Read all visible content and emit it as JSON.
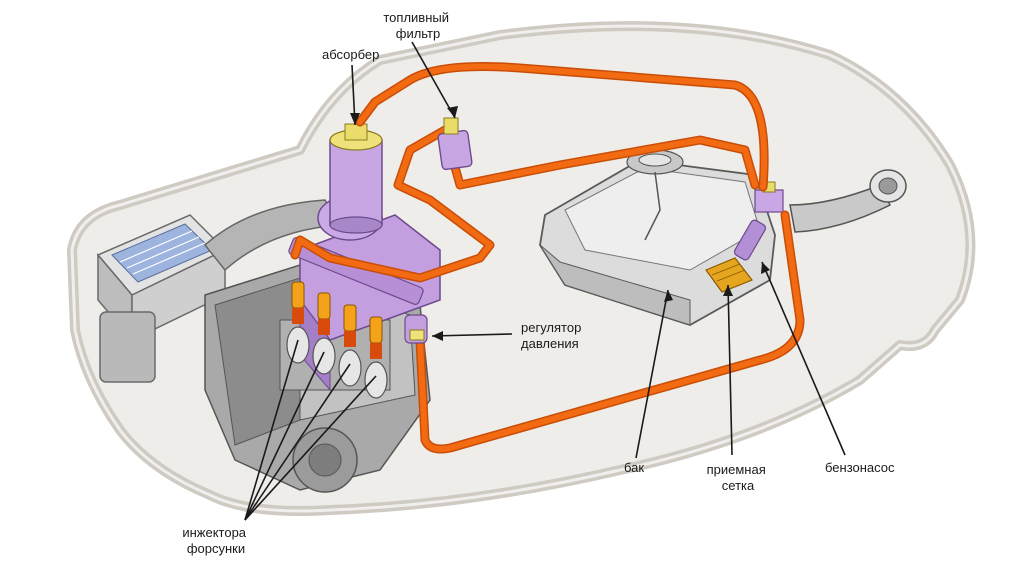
{
  "labels": {
    "fuel_filter": [
      "топливный",
      "фильтр"
    ],
    "absorber": "абсорбер",
    "pressure_regulator": [
      "регулятор",
      "давления"
    ],
    "tank": "бак",
    "intake_screen": [
      "приемная",
      "сетка"
    ],
    "fuel_pump": "бензонасос",
    "injectors": [
      "инжектора",
      "форсунки"
    ]
  },
  "colors": {
    "fuel_line": "#f26a12",
    "fuel_line_dark": "#c94d06",
    "car_body": "#eceae6",
    "component_purple": "#b994d8",
    "component_yellow": "#eee07a",
    "engine_gray": "#9a9a9a",
    "tank_gray": "#d9d9d9",
    "leader_line": "#1a1a1a"
  },
  "icons": [
    "car-body-outline",
    "engine-block",
    "air-filter",
    "fuel-tank",
    "fuel-pump",
    "fuel-filter",
    "absorber-canister",
    "injector",
    "pressure-regulator",
    "intake-screen"
  ]
}
